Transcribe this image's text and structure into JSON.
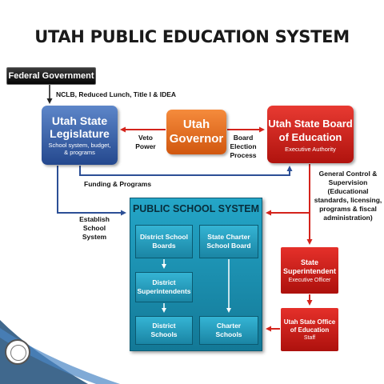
{
  "title": "UTAH PUBLIC EDUCATION SYSTEM",
  "federal": {
    "label": "Federal Government"
  },
  "federal_note": "NCLB, Reduced Lunch, Title I & IDEA",
  "legislature": {
    "line1": "Utah State",
    "line2": "Legislature",
    "sub1": "School system, budget,",
    "sub2": "& programs"
  },
  "governor": {
    "line1": "Utah",
    "line2": "Governor"
  },
  "board": {
    "line1": "Utah State Board",
    "line2": "of Education",
    "sub": "Executive Authority"
  },
  "labels": {
    "veto1": "Veto",
    "veto2": "Power",
    "election1": "Board",
    "election2": "Election",
    "election3": "Process",
    "funding": "Funding & Programs",
    "establish1": "Establish",
    "establish2": "School",
    "establish3": "System",
    "control1": "General Control &",
    "control2": "Supervision",
    "control3": "(Educational",
    "control4": "standards, licensing,",
    "control5": "programs & fiscal",
    "control6": "administration)"
  },
  "public_school_system": {
    "title": "PUBLIC SCHOOL SYSTEM",
    "district_boards1": "District School",
    "district_boards2": "Boards",
    "superintendents1": "District",
    "superintendents2": "Superintendents",
    "district_schools1": "District",
    "district_schools2": "Schools",
    "charter_board1": "State Charter",
    "charter_board2": "School Board",
    "charter_schools1": "Charter",
    "charter_schools2": "Schools"
  },
  "state_superintendent": {
    "line1": "State",
    "line2": "Superintendent",
    "sub": "Executive Officer"
  },
  "state_office": {
    "line1": "Utah State Office",
    "line2": "of Education",
    "sub": "Staff"
  }
}
